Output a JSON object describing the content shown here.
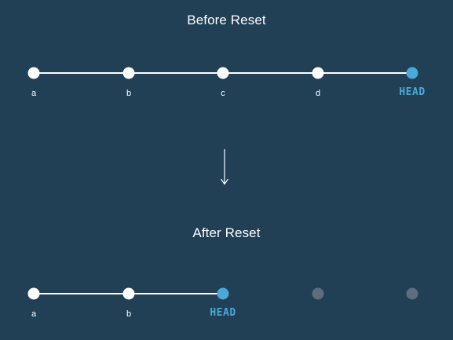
{
  "before": {
    "title": "Before Reset",
    "commits": [
      {
        "label": "a",
        "state": "white"
      },
      {
        "label": "b",
        "state": "white"
      },
      {
        "label": "c",
        "state": "white"
      },
      {
        "label": "d",
        "state": "white"
      },
      {
        "label": "HEAD",
        "state": "head"
      }
    ]
  },
  "after": {
    "title": "After Reset",
    "commits": [
      {
        "label": "a",
        "state": "white"
      },
      {
        "label": "b",
        "state": "white"
      },
      {
        "label": "HEAD",
        "state": "head"
      },
      {
        "label": "",
        "state": "grey"
      },
      {
        "label": "",
        "state": "grey"
      }
    ]
  },
  "colors": {
    "background": "#213f55",
    "node": "#ffffff",
    "head": "#4aa9d8",
    "orphaned": "#5a6e7d"
  },
  "icons": {
    "transition": "down-arrow-icon"
  }
}
